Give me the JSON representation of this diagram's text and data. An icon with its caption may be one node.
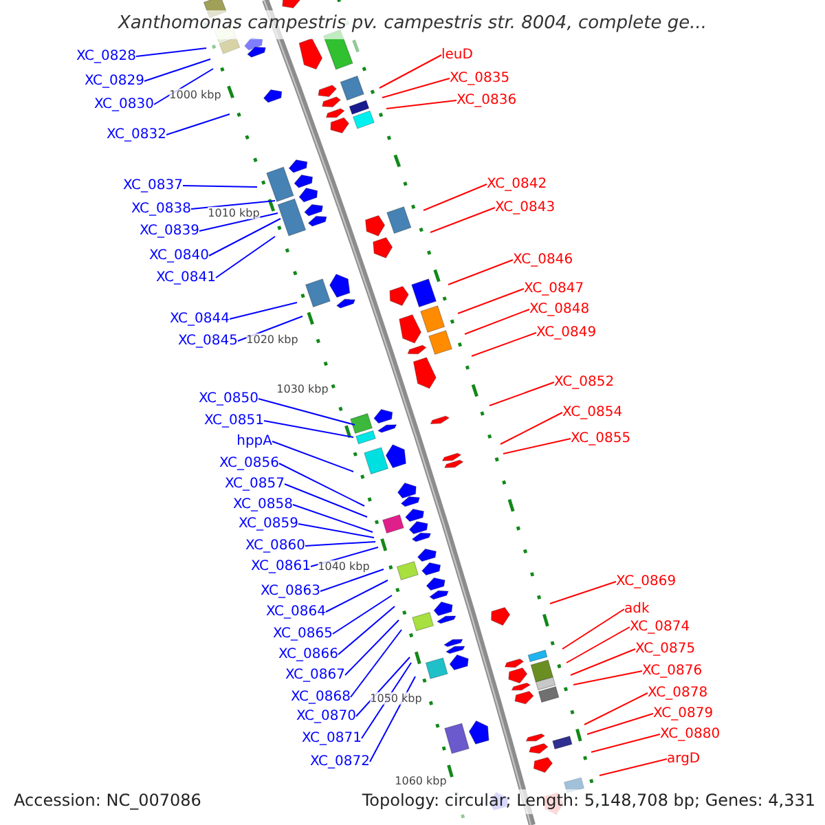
{
  "diagram": {
    "title": "Xanthomonas campestris pv. campestris str. 8004, complete ge...",
    "nodes": [
      {
        "text": [
          "XC_0828"
        ]
      },
      {
        "text": [
          "XC_0829"
        ]
      },
      {
        "text": [
          "XC_0830"
        ]
      },
      {
        "text": [
          "XC_0832"
        ]
      },
      {
        "text": [
          "XC_0837"
        ]
      },
      {
        "text": [
          "XC_0838"
        ]
      },
      {
        "text": [
          "XC_0839"
        ]
      },
      {
        "text": [
          "XC_0840"
        ]
      },
      {
        "text": [
          "XC_0841"
        ]
      },
      {
        "text": [
          "XC_0844"
        ]
      },
      {
        "text": [
          "XC_0845"
        ]
      },
      {
        "text": [
          "XC_0850"
        ]
      },
      {
        "text": [
          "XC_0851"
        ]
      },
      {
        "text": [
          "hppA"
        ]
      },
      {
        "text": [
          "XC_0856"
        ]
      },
      {
        "text": [
          "XC_0857"
        ]
      },
      {
        "text": [
          "XC_0858"
        ]
      },
      {
        "text": [
          "XC_0859"
        ]
      },
      {
        "text": [
          "XC_0860"
        ]
      },
      {
        "text": [
          "XC_0861"
        ]
      },
      {
        "text": [
          "XC_0863"
        ]
      },
      {
        "text": [
          "XC_0864"
        ]
      },
      {
        "text": [
          "XC_0865"
        ]
      },
      {
        "text": [
          "XC_0866"
        ]
      },
      {
        "text": [
          "XC_0867"
        ]
      },
      {
        "text": [
          "XC_0868"
        ]
      },
      {
        "text": [
          "XC_0870"
        ]
      },
      {
        "text": [
          "XC_0871"
        ]
      },
      {
        "text": [
          "XC_0872"
        ]
      },
      {
        "text": [
          "leuD"
        ]
      },
      {
        "text": [
          "XC_0835"
        ]
      },
      {
        "text": [
          "XC_0836"
        ]
      },
      {
        "text": [
          "XC_0842"
        ]
      },
      {
        "text": [
          "XC_0843"
        ]
      },
      {
        "text": [
          "XC_0846"
        ]
      },
      {
        "text": [
          "XC_0847"
        ]
      },
      {
        "text": [
          "XC_0848"
        ]
      },
      {
        "text": [
          "XC_0849"
        ]
      },
      {
        "text": [
          "XC_0852"
        ]
      },
      {
        "text": [
          "XC_0854"
        ]
      },
      {
        "text": [
          "XC_0855"
        ]
      },
      {
        "text": [
          "XC_0869"
        ]
      },
      {
        "text": [
          "adk"
        ]
      },
      {
        "text": [
          "XC_0874"
        ]
      },
      {
        "text": [
          "XC_0875"
        ]
      },
      {
        "text": [
          "XC_0876"
        ]
      },
      {
        "text": [
          "XC_0878"
        ]
      },
      {
        "text": [
          "XC_0879"
        ]
      },
      {
        "text": [
          "XC_0880"
        ]
      },
      {
        "text": [
          "argD"
        ]
      }
    ],
    "edges": [
      {
        "from": 0,
        "to": null,
        "arrow": "none"
      },
      {
        "from": 1,
        "to": null,
        "arrow": "none"
      },
      {
        "from": 2,
        "to": null,
        "arrow": "none"
      },
      {
        "from": 3,
        "to": null,
        "arrow": "none"
      },
      {
        "from": 4,
        "to": null,
        "arrow": "none"
      },
      {
        "from": 5,
        "to": null,
        "arrow": "none"
      },
      {
        "from": 6,
        "to": null,
        "arrow": "none"
      },
      {
        "from": 7,
        "to": null,
        "arrow": "none"
      },
      {
        "from": 8,
        "to": null,
        "arrow": "none"
      },
      {
        "from": 9,
        "to": null,
        "arrow": "none"
      },
      {
        "from": 10,
        "to": null,
        "arrow": "none"
      },
      {
        "from": 11,
        "to": null,
        "arrow": "none"
      },
      {
        "from": 12,
        "to": null,
        "arrow": "none"
      },
      {
        "from": 13,
        "to": null,
        "arrow": "none"
      },
      {
        "from": 14,
        "to": null,
        "arrow": "none"
      },
      {
        "from": 15,
        "to": null,
        "arrow": "none"
      },
      {
        "from": 16,
        "to": null,
        "arrow": "none"
      },
      {
        "from": 17,
        "to": null,
        "arrow": "none"
      },
      {
        "from": 18,
        "to": null,
        "arrow": "none"
      },
      {
        "from": 19,
        "to": null,
        "arrow": "none"
      },
      {
        "from": 20,
        "to": null,
        "arrow": "none"
      },
      {
        "from": 21,
        "to": null,
        "arrow": "none"
      },
      {
        "from": 22,
        "to": null,
        "arrow": "none"
      },
      {
        "from": 23,
        "to": null,
        "arrow": "none"
      },
      {
        "from": 24,
        "to": null,
        "arrow": "none"
      },
      {
        "from": 25,
        "to": null,
        "arrow": "none"
      },
      {
        "from": 26,
        "to": null,
        "arrow": "none"
      },
      {
        "from": 27,
        "to": null,
        "arrow": "none"
      },
      {
        "from": 28,
        "to": null,
        "arrow": "none"
      },
      {
        "from": 29,
        "to": null,
        "arrow": "none",
        "color": "#ff0000"
      },
      {
        "from": 30,
        "to": null,
        "arrow": "none",
        "color": "#ff0000"
      },
      {
        "from": 31,
        "to": null,
        "arrow": "none",
        "color": "#ff0000"
      },
      {
        "from": 32,
        "to": null,
        "arrow": "none",
        "color": "#ff0000"
      },
      {
        "from": 33,
        "to": null,
        "arrow": "none",
        "color": "#ff0000"
      },
      {
        "from": 34,
        "to": null,
        "arrow": "none",
        "color": "#ff0000"
      },
      {
        "from": 35,
        "to": null,
        "arrow": "none",
        "color": "#ff0000"
      },
      {
        "from": 36,
        "to": null,
        "arrow": "none",
        "color": "#ff0000"
      },
      {
        "from": 37,
        "to": null,
        "arrow": "none",
        "color": "#ff0000"
      },
      {
        "from": 38,
        "to": null,
        "arrow": "none",
        "color": "#ff0000"
      },
      {
        "from": 39,
        "to": null,
        "arrow": "none",
        "color": "#ff0000"
      },
      {
        "from": 40,
        "to": null,
        "arrow": "none",
        "color": "#ff0000"
      },
      {
        "from": 41,
        "to": null,
        "arrow": "none",
        "color": "#ff0000"
      },
      {
        "from": 42,
        "to": null,
        "arrow": "none",
        "color": "#ff0000"
      },
      {
        "from": 43,
        "to": null,
        "arrow": "none",
        "color": "#ff0000"
      },
      {
        "from": 44,
        "to": null,
        "arrow": "none",
        "color": "#ff0000"
      },
      {
        "from": 45,
        "to": null,
        "arrow": "none",
        "color": "#ff0000"
      },
      {
        "from": 46,
        "to": null,
        "arrow": "none",
        "color": "#ff0000"
      },
      {
        "from": 47,
        "to": null,
        "arrow": "none",
        "color": "#ff0000"
      },
      {
        "from": 48,
        "to": null,
        "arrow": "none",
        "color": "#ff0000"
      },
      {
        "from": 49,
        "to": null,
        "arrow": "none",
        "color": "#ff0000"
      }
    ],
    "labels": [
      "1000 kbp",
      "1010 kbp",
      "1020 kbp",
      "1030 kbp",
      "1040 kbp",
      "1050 kbp",
      "1060 kbp",
      "Accession: NC_007086",
      "Topology: circular; Length: 5,148,708 bp; Genes: 4,331"
    ]
  }
}
